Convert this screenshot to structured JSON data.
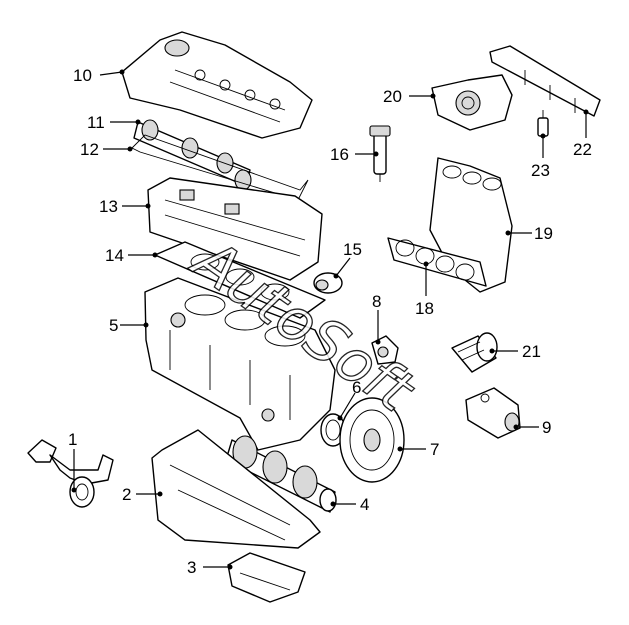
{
  "diagram": {
    "watermark": "AutoSoft",
    "callouts": {
      "c1": "1",
      "c2": "2",
      "c3": "3",
      "c4": "4",
      "c5": "5",
      "c6": "6",
      "c7": "7",
      "c8": "8",
      "c9": "9",
      "c10": "10",
      "c11": "11",
      "c12": "12",
      "c13": "13",
      "c14": "14",
      "c15": "15",
      "c16": "16",
      "c18": "18",
      "c19": "19",
      "c20": "20",
      "c21": "21",
      "c22": "22",
      "c23": "23"
    }
  }
}
